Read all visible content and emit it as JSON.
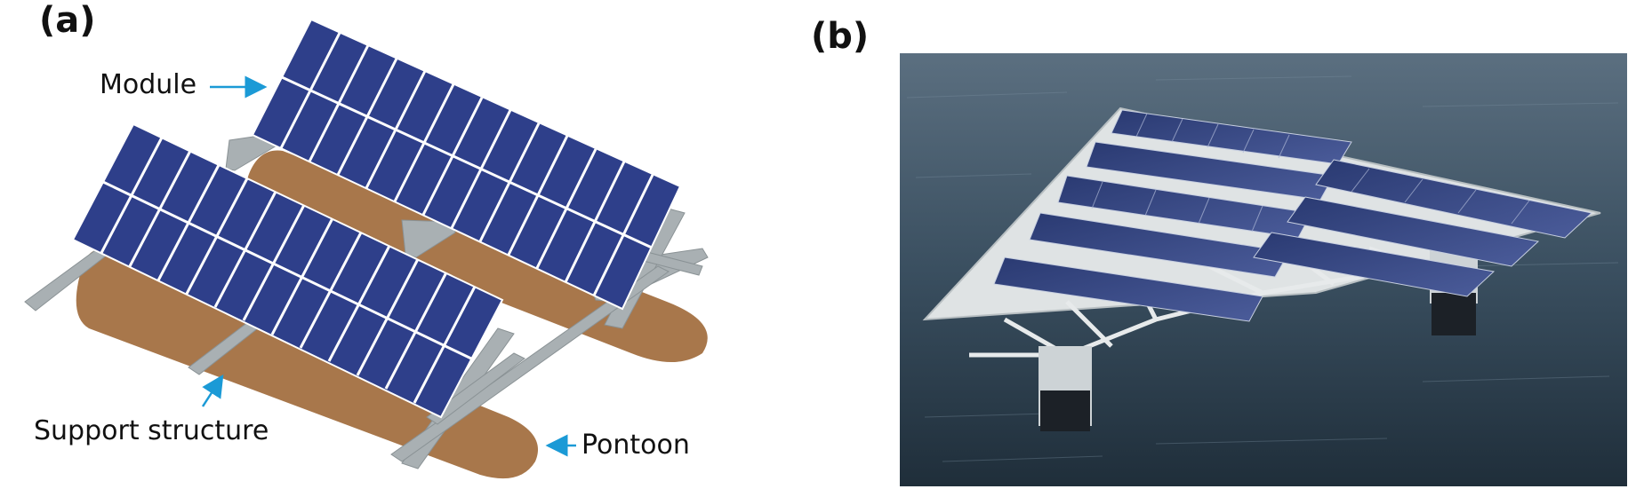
{
  "panel_a": {
    "label": "(a)",
    "annotations": {
      "module": "Module",
      "support": "Support structure",
      "pontoon": "Pontoon"
    }
  },
  "panel_b": {
    "label": "(b)"
  },
  "colors": {
    "module_blue": "#2e3f8a",
    "cell_line": "#ffffff",
    "pontoon_brown": "#a8774b",
    "frame_grey": "#a9b0b3",
    "arrow_cyan": "#1b9ad6",
    "water_dark": "#34495a"
  }
}
